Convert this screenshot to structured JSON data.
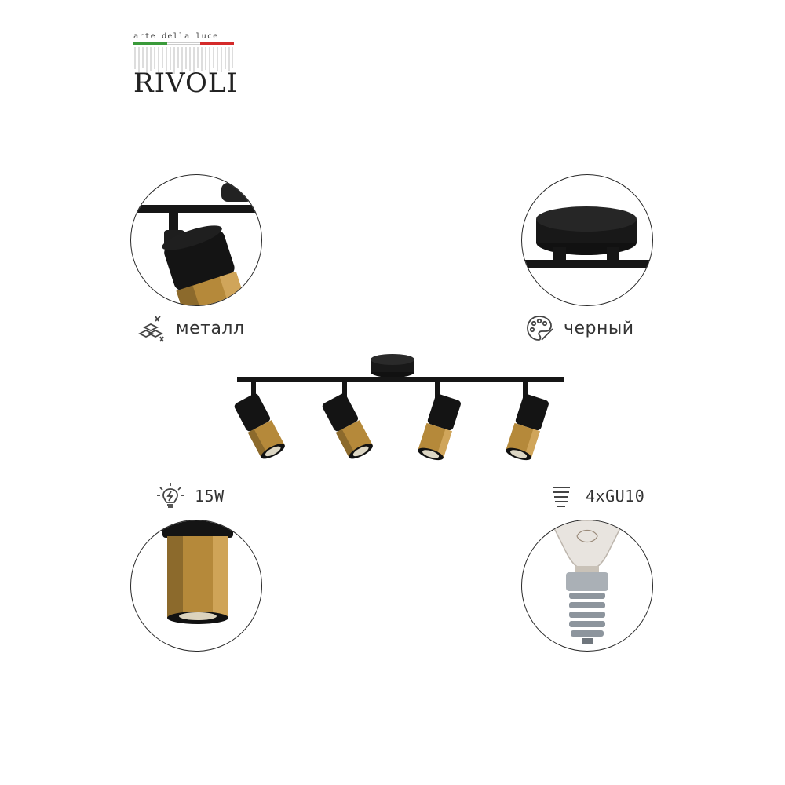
{
  "brand": {
    "tagline": "arte della luce",
    "name": "RIVOLI",
    "flag_colors": [
      "#3a9a3a",
      "#ffffff",
      "#d42a2a"
    ]
  },
  "features": [
    {
      "id": "material",
      "label": "металл",
      "icon": "metal-icon"
    },
    {
      "id": "color",
      "label": "черный",
      "icon": "palette-icon"
    },
    {
      "id": "power",
      "label": "15W",
      "icon": "bulb-icon"
    },
    {
      "id": "socket",
      "label": "4xGU10",
      "icon": "socket-icon"
    }
  ],
  "colors": {
    "black": "#161616",
    "brass": "#b5893a",
    "outline": "#2a2a2a"
  }
}
